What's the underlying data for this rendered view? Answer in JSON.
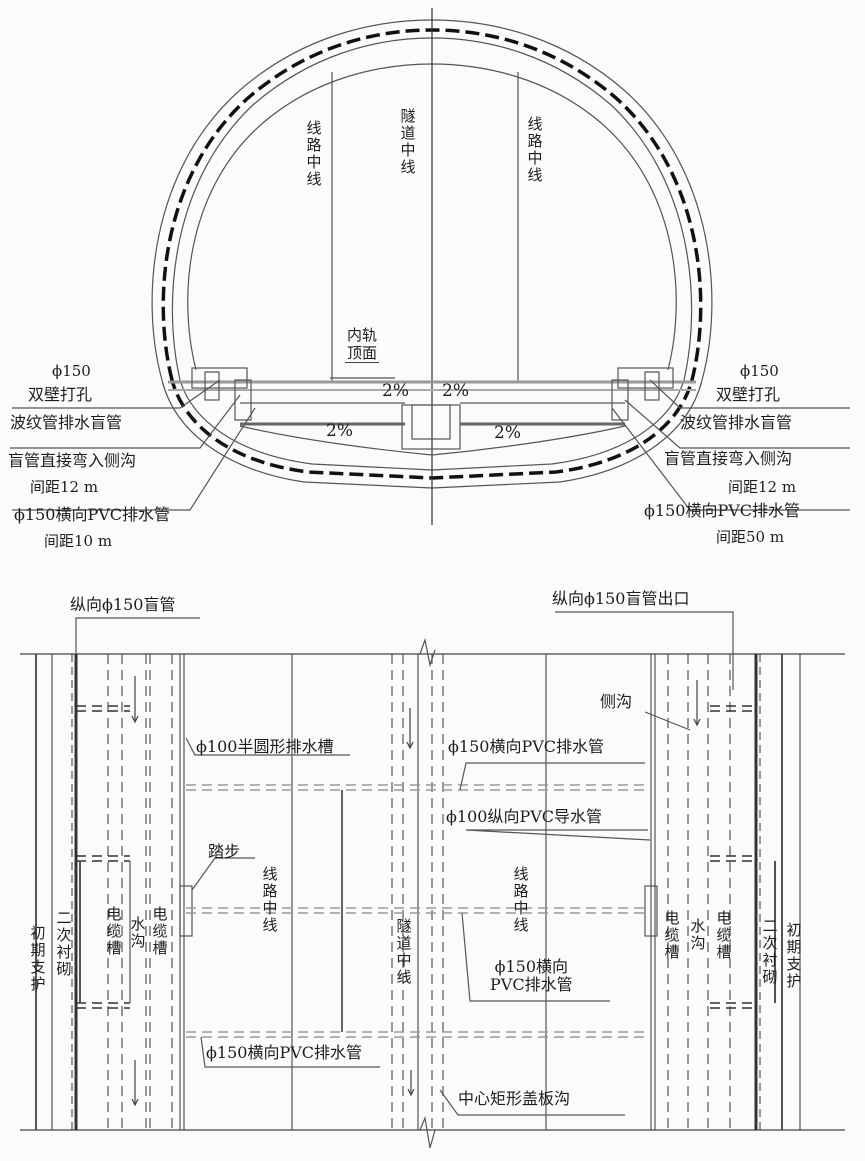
{
  "section": {
    "centerlines": {
      "left_line": "线路中线",
      "tunnel": "隧道中线",
      "right_line": "线路中线"
    },
    "rail_top": [
      "内轨",
      "顶面"
    ],
    "slopes": {
      "top_left": "2%",
      "top_right": "2%",
      "bottom_left": "2%",
      "bottom_right": "2%"
    },
    "left_callouts": {
      "dia": "ϕ150",
      "double_wall": "双壁打孔",
      "corrugated": "波纹管排水盲管",
      "blind_pipe": "盲管直接弯入侧沟",
      "spacing1": "间距12 m",
      "pvc": "ϕ150横向PVC排水管",
      "spacing2": "间距10 m"
    },
    "right_callouts": {
      "dia": "ϕ150",
      "double_wall": "双壁打孔",
      "corrugated": "波纹管排水盲管",
      "blind_pipe": "盲管直接弯入侧沟",
      "spacing1": "间距12 m",
      "pvc": "ϕ150横向PVC排水管",
      "spacing2": "间距50 m"
    }
  },
  "plan": {
    "top_left": "纵向ϕ150盲管",
    "top_right": "纵向ϕ150盲管出口",
    "side_ditch": "侧沟",
    "semicircle": "ϕ100半圆形排水槽",
    "pvc_top": "ϕ150横向PVC排水管",
    "pvc_long": "ϕ100纵向PVC导水管",
    "step": "踏步",
    "line_center_left": "线路中线",
    "line_center_right": "线路中线",
    "tunnel_center": "隧道中线",
    "pvc_mid": [
      "ϕ150横向",
      "PVC排水管"
    ],
    "pvc_bottom": "ϕ150横向PVC排水管",
    "center_ditch": "中心矩形盖板沟",
    "left_cols": {
      "primary": "初期支护",
      "secondary": "二次衬砌",
      "cable1": "电缆槽",
      "water": "水沟",
      "cable2": "电缆槽"
    },
    "right_cols": {
      "cable1": "电缆槽",
      "water": "水沟",
      "cable2": "电缆槽",
      "secondary": "二次衬砌",
      "primary": "初期支护"
    }
  }
}
